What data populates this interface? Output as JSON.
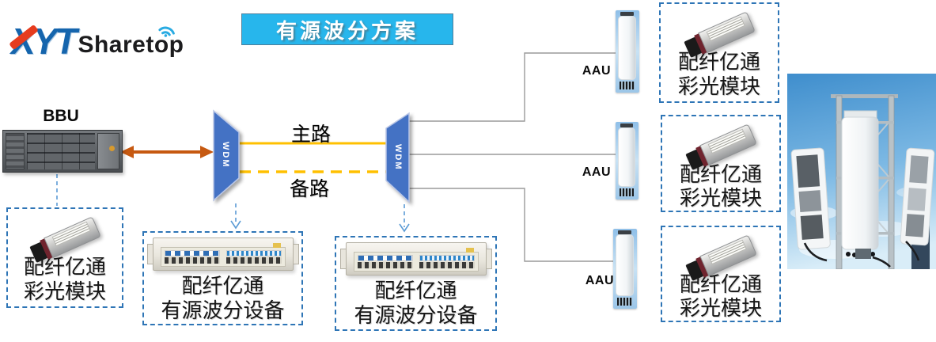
{
  "logo": {
    "mark": "XYT",
    "name": "Sharetop"
  },
  "banner": {
    "title": "有源波分方案"
  },
  "bbu": {
    "label": "BBU"
  },
  "wdm": {
    "left_label": "WDM",
    "right_label": "WDM"
  },
  "paths": {
    "main_label": "主路",
    "backup_label": "备路"
  },
  "aau_labels": [
    "AAU",
    "AAU",
    "AAU"
  ],
  "module_boxes": [
    {
      "line1": "配纤亿通",
      "line2": "彩光模块"
    },
    {
      "line1": "配纤亿通",
      "line2": "彩光模块"
    },
    {
      "line1": "配纤亿通",
      "line2": "彩光模块"
    },
    {
      "line1": "配纤亿通",
      "line2": "彩光模块"
    }
  ],
  "device_boxes": [
    {
      "line1": "配纤亿通",
      "line2": "有源波分设备"
    },
    {
      "line1": "配纤亿通",
      "line2": "有源波分设备"
    }
  ],
  "colors": {
    "banner_bg": "#27B6EC",
    "wdm_fill": "#4472C4",
    "path_yellow": "#FFC000",
    "arrow_orange": "#C65911",
    "box_border_blue": "#2E75B6",
    "dashed_arrow_blue": "#5B9BD5",
    "wire_gray": "#9A9A9A",
    "logo_blue": "#1565AD",
    "logo_red": "#E63C1E",
    "wifi_cyan": "#29ABE2"
  }
}
